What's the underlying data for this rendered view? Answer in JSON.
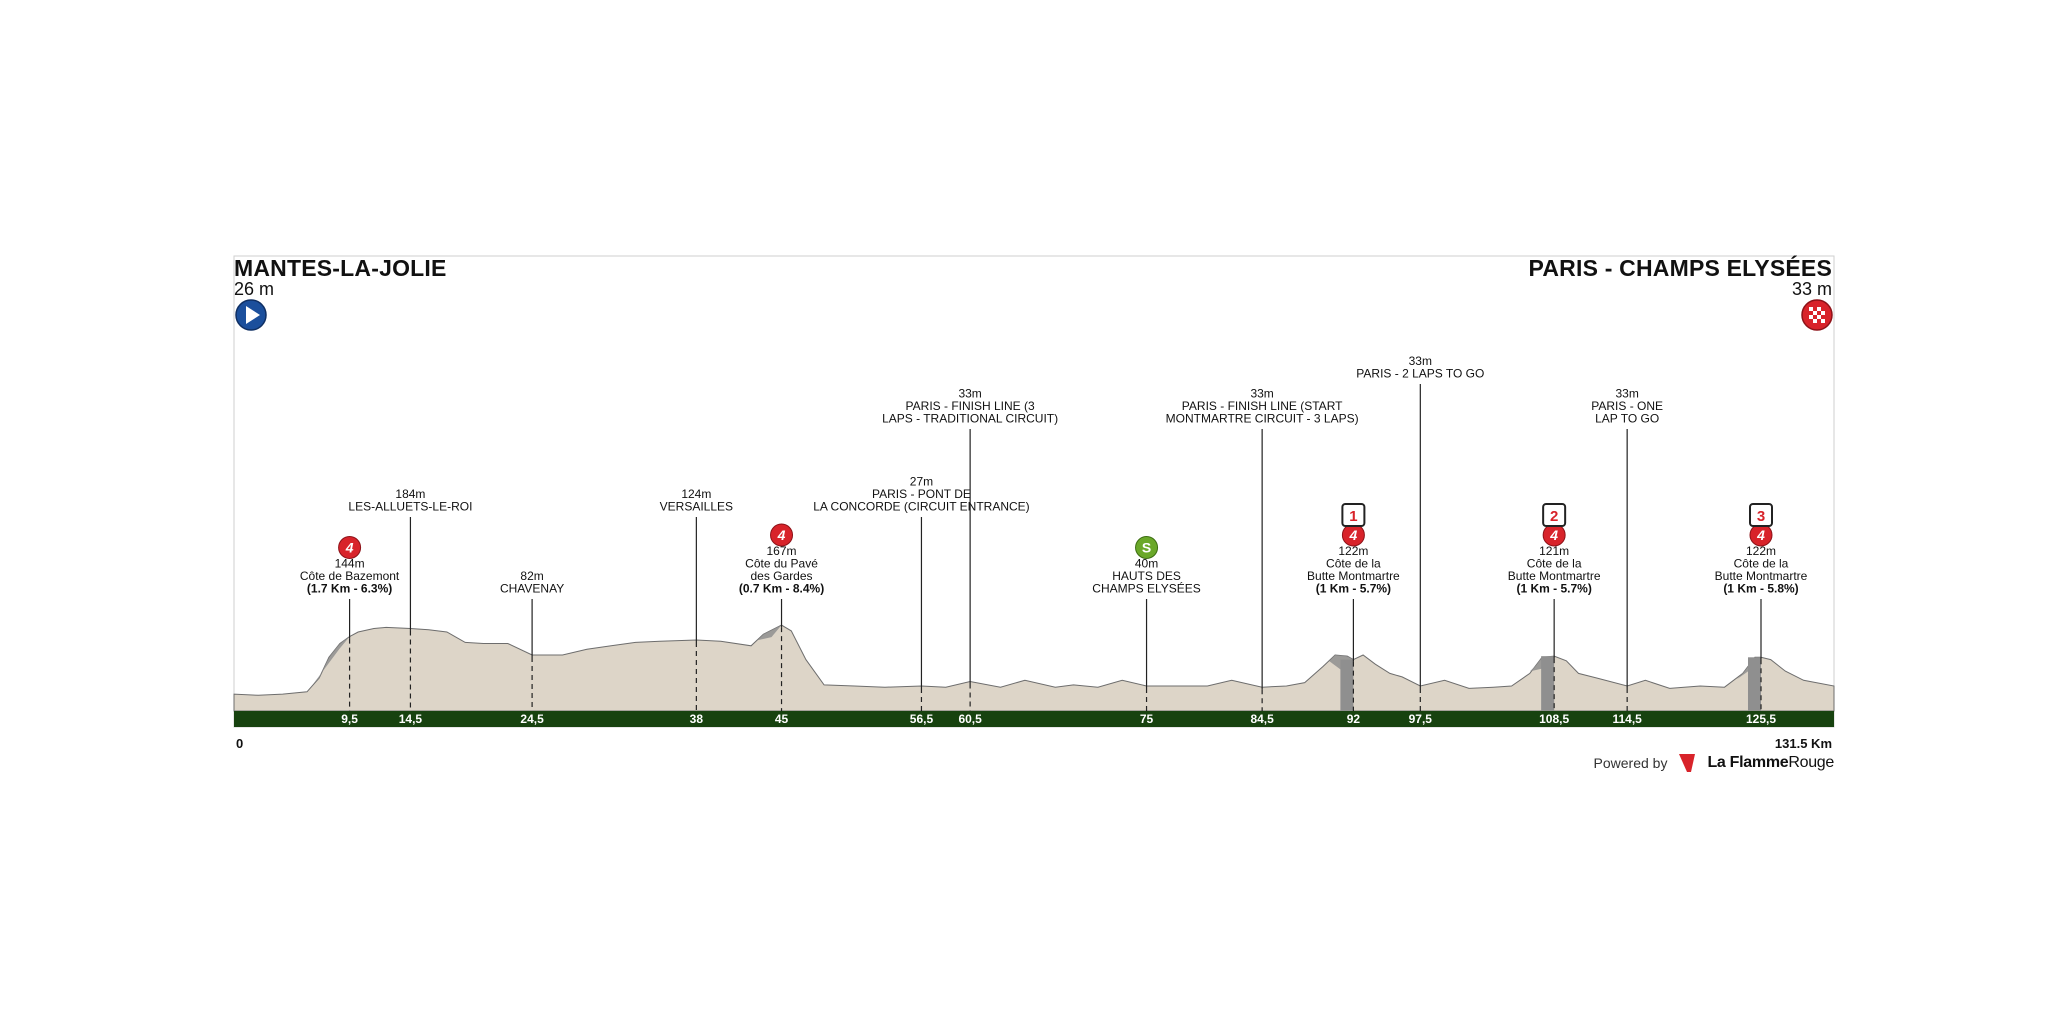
{
  "chart_data": {
    "type": "area",
    "xlim": [
      0,
      131.5
    ],
    "x_start_label": "0",
    "x_end_label": "131.5 Km",
    "start": {
      "name": "MANTES-LA-JOLIE",
      "altitude": "26 m"
    },
    "finish": {
      "name": "PARIS - CHAMPS ELYSÉES",
      "altitude": "33 m"
    },
    "profile": {
      "x": [
        0,
        2,
        4,
        6,
        7,
        7.8,
        8.7,
        9.5,
        10.2,
        11.5,
        12.5,
        14.5,
        16,
        17.5,
        19,
        20.5,
        22.5,
        24.5,
        27,
        29,
        31,
        33,
        35,
        38,
        40,
        42.5,
        43.5,
        45,
        45.8,
        47,
        48.5,
        51,
        53.5,
        56.5,
        58.5,
        60.5,
        63,
        65,
        67.5,
        69,
        71,
        73,
        75,
        77,
        80,
        82,
        84.5,
        86.5,
        88,
        89.5,
        90.5,
        91.5,
        92,
        92.8,
        93.8,
        95,
        96,
        97.5,
        99.5,
        101.5,
        103.5,
        105,
        106.5,
        107.5,
        108.5,
        109.5,
        110.5,
        112,
        114.5,
        116,
        118,
        120.5,
        122.5,
        124,
        125,
        125.5,
        126.3,
        127.5,
        129,
        131.5
      ],
      "elevation": [
        26,
        25,
        26,
        28,
        40,
        58,
        70,
        76,
        80,
        83,
        84,
        83,
        82,
        80,
        71,
        70,
        70,
        60,
        60,
        65,
        68,
        71,
        72,
        73,
        72,
        68,
        78,
        86,
        81,
        56,
        34,
        33,
        32,
        33,
        32,
        37,
        32,
        38,
        32,
        34,
        32,
        38,
        33,
        33,
        33,
        38,
        32,
        33,
        36,
        50,
        60,
        59,
        56,
        60,
        52,
        44,
        41,
        33,
        38,
        31,
        32,
        33,
        44,
        58,
        59,
        55,
        44,
        40,
        33,
        38,
        31,
        33,
        32,
        44,
        58,
        58,
        56,
        46,
        38,
        33
      ]
    },
    "annotations": [
      {
        "km": 9.5,
        "km_label": "9,5",
        "lines": [
          "144m",
          "Côte de Bazemont"
        ],
        "bold": "(1.7 Km - 6.3%)",
        "badge": "4",
        "tall": 0
      },
      {
        "km": 14.5,
        "km_label": "14,5",
        "lines": [
          "184m",
          "LES-ALLUETS-LE-ROI"
        ],
        "tall": 1
      },
      {
        "km": 24.5,
        "km_label": "24,5",
        "lines": [
          "82m",
          "CHAVENAY"
        ],
        "tall": 0
      },
      {
        "km": 38,
        "km_label": "38",
        "lines": [
          "124m",
          "VERSAILLES"
        ],
        "tall": 1
      },
      {
        "km": 45,
        "km_label": "45",
        "lines": [
          "167m",
          "Côte du Pavé",
          "des Gardes"
        ],
        "bold": "(0.7 Km - 8.4%)",
        "badge": "4",
        "tall": 0
      },
      {
        "km": 56.5,
        "km_label": "56,5",
        "lines": [
          "27m",
          "PARIS - PONT DE",
          "LA CONCORDE (CIRCUIT ENTRANCE)"
        ],
        "tall": 1
      },
      {
        "km": 60.5,
        "km_label": "60,5",
        "lines": [
          "33m",
          "PARIS - FINISH LINE (3",
          "LAPS - TRADITIONAL CIRCUIT)"
        ],
        "tall": 2
      },
      {
        "km": 75,
        "km_label": "75",
        "lines": [
          "40m",
          "HAUTS DES",
          "CHAMPS ELYSÉES"
        ],
        "sprint": "S",
        "tall": 0
      },
      {
        "km": 84.5,
        "km_label": "84,5",
        "lines": [
          "33m",
          "PARIS - FINISH LINE (START",
          "MONTMARTRE CIRCUIT - 3 LAPS)"
        ],
        "tall": 2
      },
      {
        "km": 92,
        "km_label": "92",
        "lines": [
          "122m",
          "Côte de la",
          "Butte Montmartre"
        ],
        "bold": "(1 Km - 5.7%)",
        "badge": "4",
        "lap": "1",
        "tall": 0
      },
      {
        "km": 97.5,
        "km_label": "97,5",
        "lines": [
          "33m",
          "PARIS - 2 LAPS TO GO"
        ],
        "tall": 3
      },
      {
        "km": 108.5,
        "km_label": "108,5",
        "lines": [
          "121m",
          "Côte de la",
          "Butte Montmartre"
        ],
        "bold": "(1 Km - 5.7%)",
        "badge": "4",
        "lap": "2",
        "tall": 0
      },
      {
        "km": 114.5,
        "km_label": "114,5",
        "lines": [
          "33m",
          "PARIS - ONE",
          "LAP TO GO"
        ],
        "tall": 2
      },
      {
        "km": 125.5,
        "km_label": "125,5",
        "lines": [
          "122m",
          "Côte de la",
          "Butte Montmartre"
        ],
        "bold": "(1 Km - 5.8%)",
        "badge": "4",
        "lap": "3",
        "tall": 0
      }
    ],
    "climbs": [
      {
        "from": 7,
        "to": 9.5
      },
      {
        "from": 43.5,
        "to": 45
      },
      {
        "from": 90.5,
        "to": 92
      },
      {
        "from": 107,
        "to": 108.5
      },
      {
        "from": 124,
        "to": 125.5
      }
    ],
    "colors": {
      "terrain": "#ddd5c8",
      "climb": "#8f8f8f",
      "base": "#17420f",
      "kom_badge": "#d8232a",
      "sprint_badge": "#6aa829",
      "start_badge": "#1b4f9c",
      "finish_badge": "#d8232a"
    }
  },
  "branding": {
    "prefix": "Powered by",
    "name_bold": "La Flamme",
    "name_regular": "Rouge"
  }
}
